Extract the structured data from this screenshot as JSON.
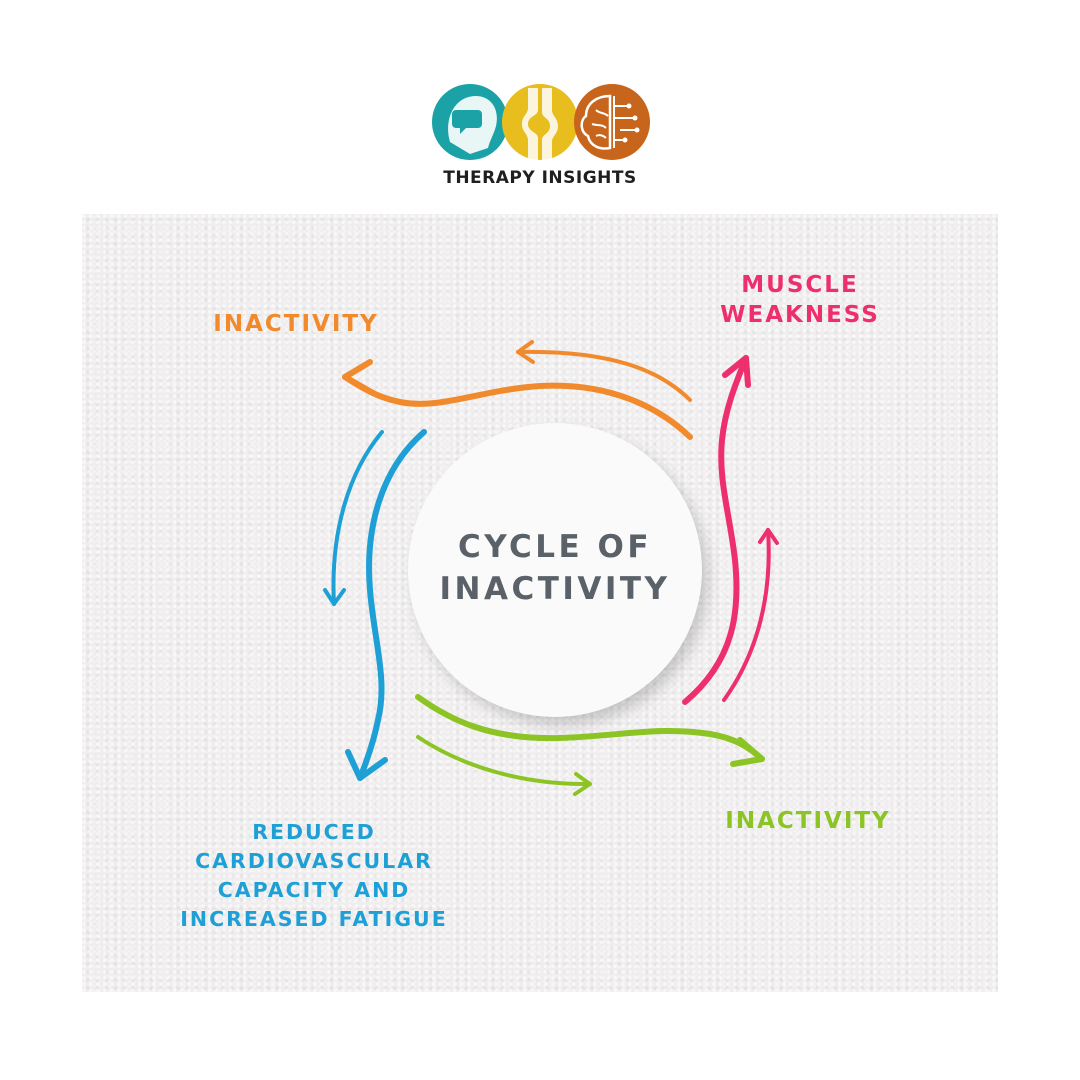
{
  "brand": {
    "name": "THERAPY INSIGHTS"
  },
  "center": {
    "line1": "CYCLE OF",
    "line2": "INACTIVITY"
  },
  "labels": {
    "top_left": "INACTIVITY",
    "top_right_line1": "MUSCLE",
    "top_right_line2": "WEAKNESS",
    "bottom_right": "INACTIVITY",
    "bottom_left_line1": "REDUCED",
    "bottom_left_line2": "CARDIOVASCULAR",
    "bottom_left_line3": "CAPACITY AND",
    "bottom_left_line4": "INCREASED FATIGUE"
  },
  "colors": {
    "orange": "#f08a2c",
    "pink": "#ee2f6d",
    "green": "#8cc426",
    "blue": "#1ea0d6",
    "teal": "#1aa2a6",
    "gold": "#e8bd1e",
    "rust": "#c8651c"
  },
  "icons": [
    "speech-head-icon",
    "knee-joint-icon",
    "circuit-brain-icon"
  ]
}
